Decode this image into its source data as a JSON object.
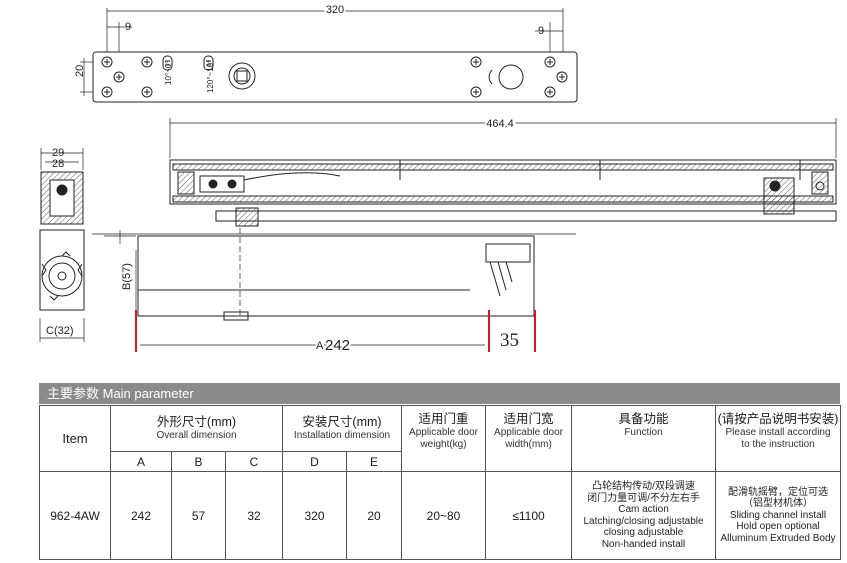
{
  "drawing": {
    "dimensions": {
      "top_length": "320",
      "top_left_offset": "9",
      "top_right_offset": "9",
      "top_height": "20",
      "mid_length": "464.4",
      "side_width_outer": "29",
      "side_width_inner": "28",
      "body_height": "B(57)",
      "body_depth": "C(32)",
      "body_length_prefix": "A",
      "body_length_value": "242",
      "arm_offset": "35"
    },
    "adjust_labels": {
      "valve_left": "10°~0°",
      "valve_mid": "120°~10°"
    }
  },
  "table": {
    "header": "主要参数 Main parameter",
    "col_item": "Item",
    "col_overall_cn": "外形尺寸(mm)",
    "col_overall_en": "Overall dimension",
    "col_install_cn": "安装尺寸(mm)",
    "col_install_en": "Installation dimension",
    "col_weight_cn": "适用门重",
    "col_weight_en1": "Applicable door",
    "col_weight_en2": "weight(kg)",
    "col_width_cn": "适用门宽",
    "col_width_en1": "Applicable door",
    "col_width_en2": "width(mm)",
    "col_function_cn": "具备功能",
    "col_function_en": "Function",
    "col_note_cn": "(请按产品说明书安装)",
    "col_note_en1": "Please install according",
    "col_note_en2": "to the instruction",
    "sub_a": "A",
    "sub_b": "B",
    "sub_c": "C",
    "sub_d": "D",
    "sub_e": "E",
    "row": {
      "item": "962-4AW",
      "a": "242",
      "b": "57",
      "c": "32",
      "d": "320",
      "e": "20",
      "weight": "20~80",
      "width": "≤1100",
      "function_cn1": "凸轮结构传动/双段调速",
      "function_cn2": "闭门力量可调/不分左右手",
      "function_en1": "Cam action",
      "function_en2": "Latching/closing adjustable",
      "function_en3": "closing adjustable",
      "function_en4": "Non-handed install",
      "note_cn1": "配滑轨摇臂，定位可选",
      "note_cn2": "（铝型材机体）",
      "note_en1": "Sliding channel install",
      "note_en2": "Hold open optional",
      "note_en3": "Alluminum Extruded Body"
    }
  }
}
